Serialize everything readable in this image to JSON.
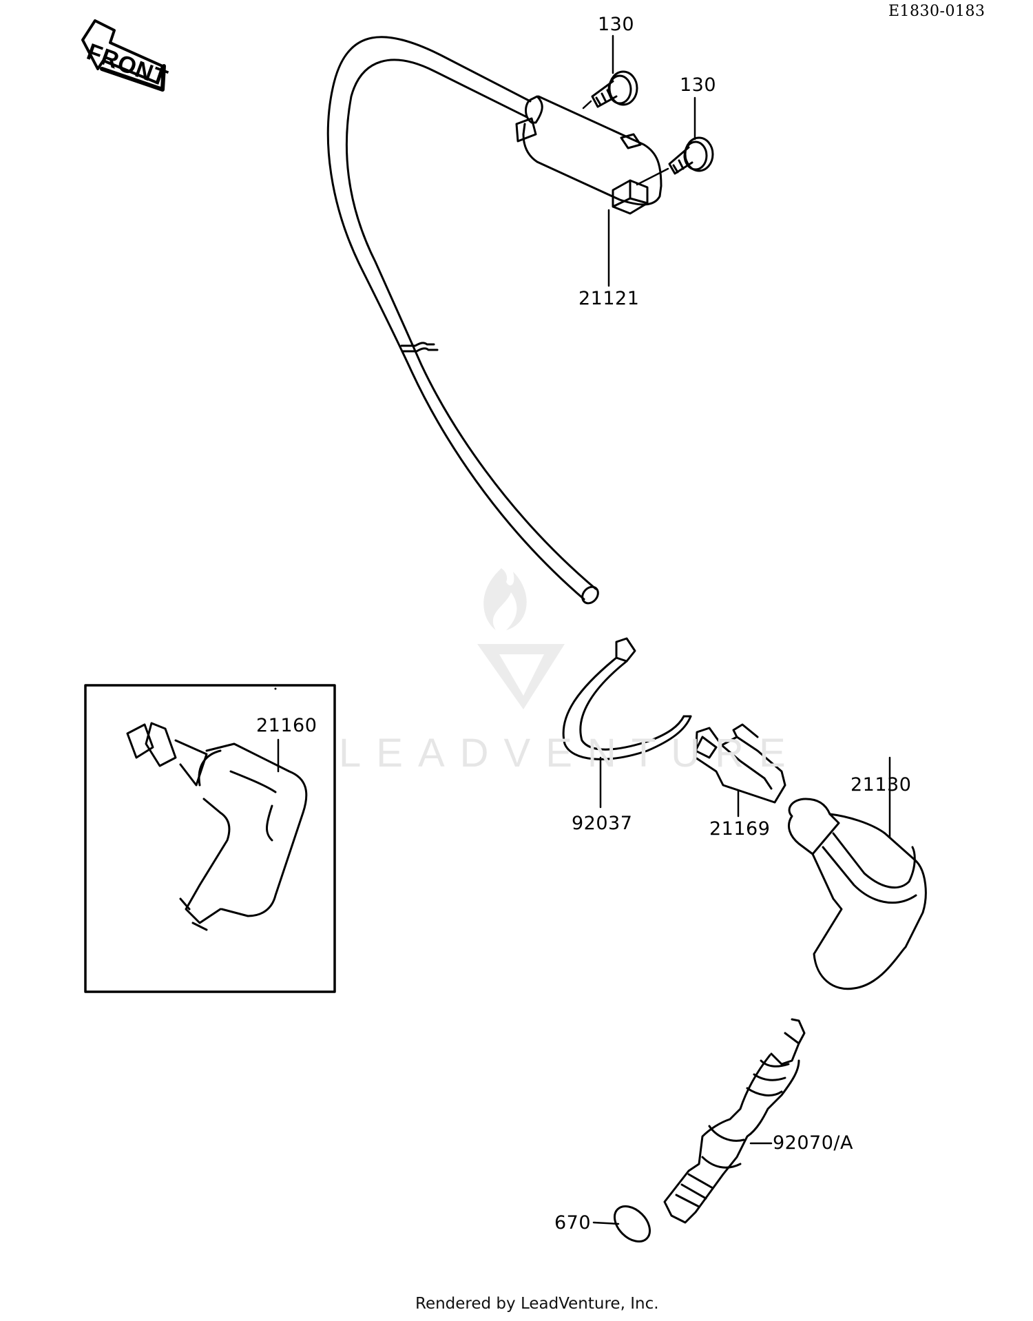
{
  "diagram": {
    "id": "E1830-0183",
    "front_indicator": "FRONT",
    "watermark": "LEADVENTURE",
    "footer": "Rendered by LeadVenture, Inc."
  },
  "parts": [
    {
      "ref": "130",
      "name": "bolt-upper"
    },
    {
      "ref": "130",
      "name": "bolt-lower"
    },
    {
      "ref": "21121",
      "name": "ignition-coil"
    },
    {
      "ref": "21160",
      "name": "spark-plug-cap-inset"
    },
    {
      "ref": "92037",
      "name": "cable-band"
    },
    {
      "ref": "21169",
      "name": "clamp"
    },
    {
      "ref": "21130",
      "name": "spark-plug-cap"
    },
    {
      "ref": "92070/A",
      "name": "spark-plug"
    },
    {
      "ref": "670",
      "name": "gasket-ring"
    }
  ],
  "colors": {
    "line": "#000000",
    "background": "#ffffff",
    "watermark": "#e6e6e6"
  }
}
